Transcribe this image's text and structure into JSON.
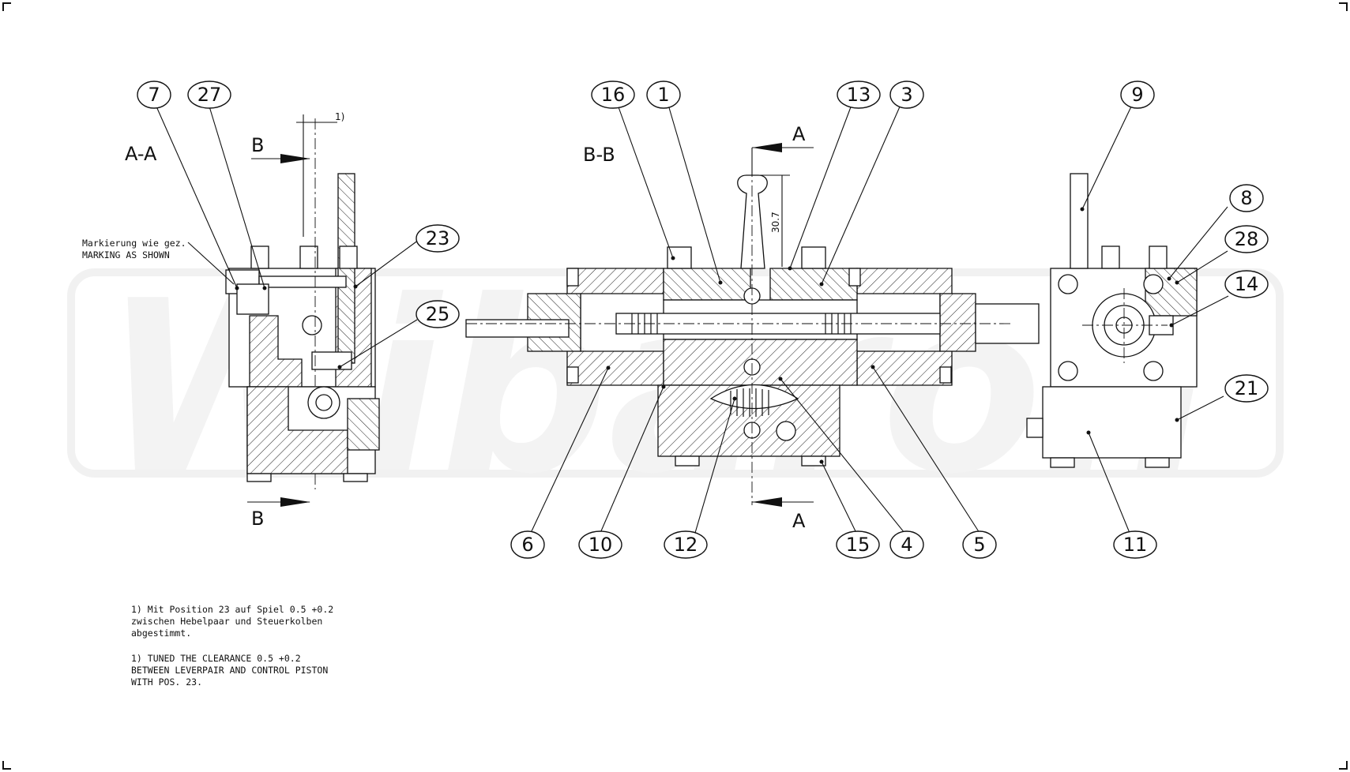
{
  "watermark": "Wibaron",
  "sections": {
    "aa": "A-A",
    "bb": "B-B",
    "cut_a_top": "A",
    "cut_a_bottom": "A",
    "cut_b_top": "B",
    "cut_b_bottom": "B"
  },
  "dimensions": {
    "lever_travel": "30.7",
    "clearance_ref": "1)"
  },
  "marking_note": {
    "de": "Markierung wie gez.",
    "en": "MARKING AS SHOWN"
  },
  "footnote": {
    "de_line1": "1) Mit Position 23 auf Spiel 0.5 +0.2",
    "de_line2": "zwischen Hebelpaar und Steuerkolben",
    "de_line3": "abgestimmt.",
    "en_line1": "1) TUNED THE CLEARANCE 0.5 +0.2",
    "en_line2": "BETWEEN LEVERPAIR AND CONTROL PISTON",
    "en_line3": "WITH POS. 23."
  },
  "callouts": {
    "p7": "7",
    "p27": "27",
    "p23": "23",
    "p25": "25",
    "p16": "16",
    "p1": "1",
    "p13": "13",
    "p3": "3",
    "p9": "9",
    "p8": "8",
    "p28": "28",
    "p14": "14",
    "p21": "21",
    "p6": "6",
    "p10": "10",
    "p12": "12",
    "p15": "15",
    "p4": "4",
    "p5": "5",
    "p11": "11"
  }
}
